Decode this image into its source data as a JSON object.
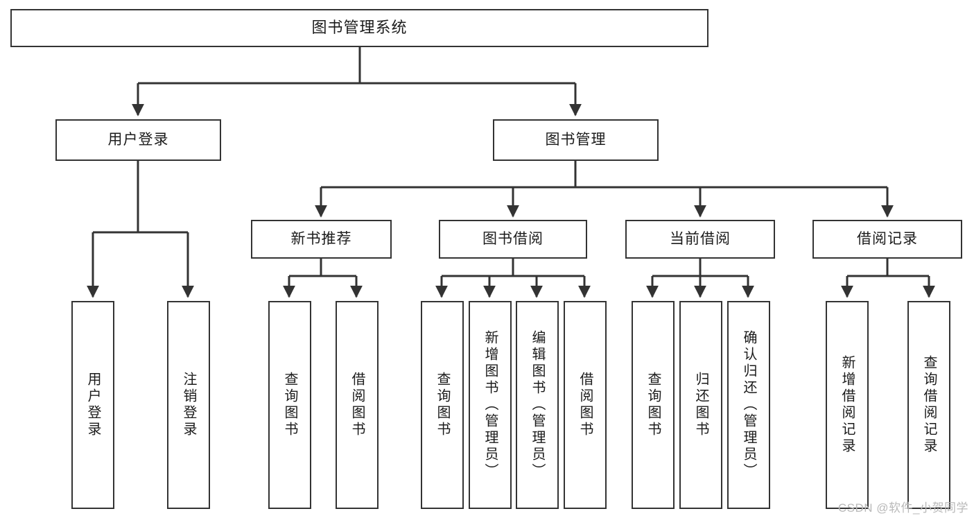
{
  "diagram": {
    "title": "图书管理系统",
    "type": "tree-hierarchy-diagram",
    "colors": {
      "box_border": "#333333",
      "box_fill": "#ffffff",
      "connector": "#333333",
      "text": "#1b1b1b",
      "watermark": "#b9b9b9",
      "background": "#ffffff"
    },
    "root": {
      "label": "图书管理系统"
    },
    "level1": [
      {
        "label": "用户登录"
      },
      {
        "label": "图书管理"
      }
    ],
    "level2": [
      {
        "label": "新书推荐"
      },
      {
        "label": "图书借阅"
      },
      {
        "label": "当前借阅"
      },
      {
        "label": "借阅记录"
      }
    ],
    "leaves": {
      "user_login": [
        {
          "label": "用户登录"
        },
        {
          "label": "注销登录"
        }
      ],
      "new_book_recommend": [
        {
          "label": "查询图书"
        },
        {
          "label": "借阅图书"
        }
      ],
      "book_borrow": [
        {
          "label": "查询图书"
        },
        {
          "label": "新增图书（管理员）"
        },
        {
          "label": "编辑图书（管理员）"
        },
        {
          "label": "借阅图书"
        }
      ],
      "current_borrow": [
        {
          "label": "查询图书"
        },
        {
          "label": "归还图书"
        },
        {
          "label": "确认归还（管理员）"
        }
      ],
      "borrow_records": [
        {
          "label": "新增借阅记录"
        },
        {
          "label": "查询借阅记录"
        }
      ]
    }
  },
  "watermark": {
    "text": "CSDN @软件_小贺同学"
  }
}
